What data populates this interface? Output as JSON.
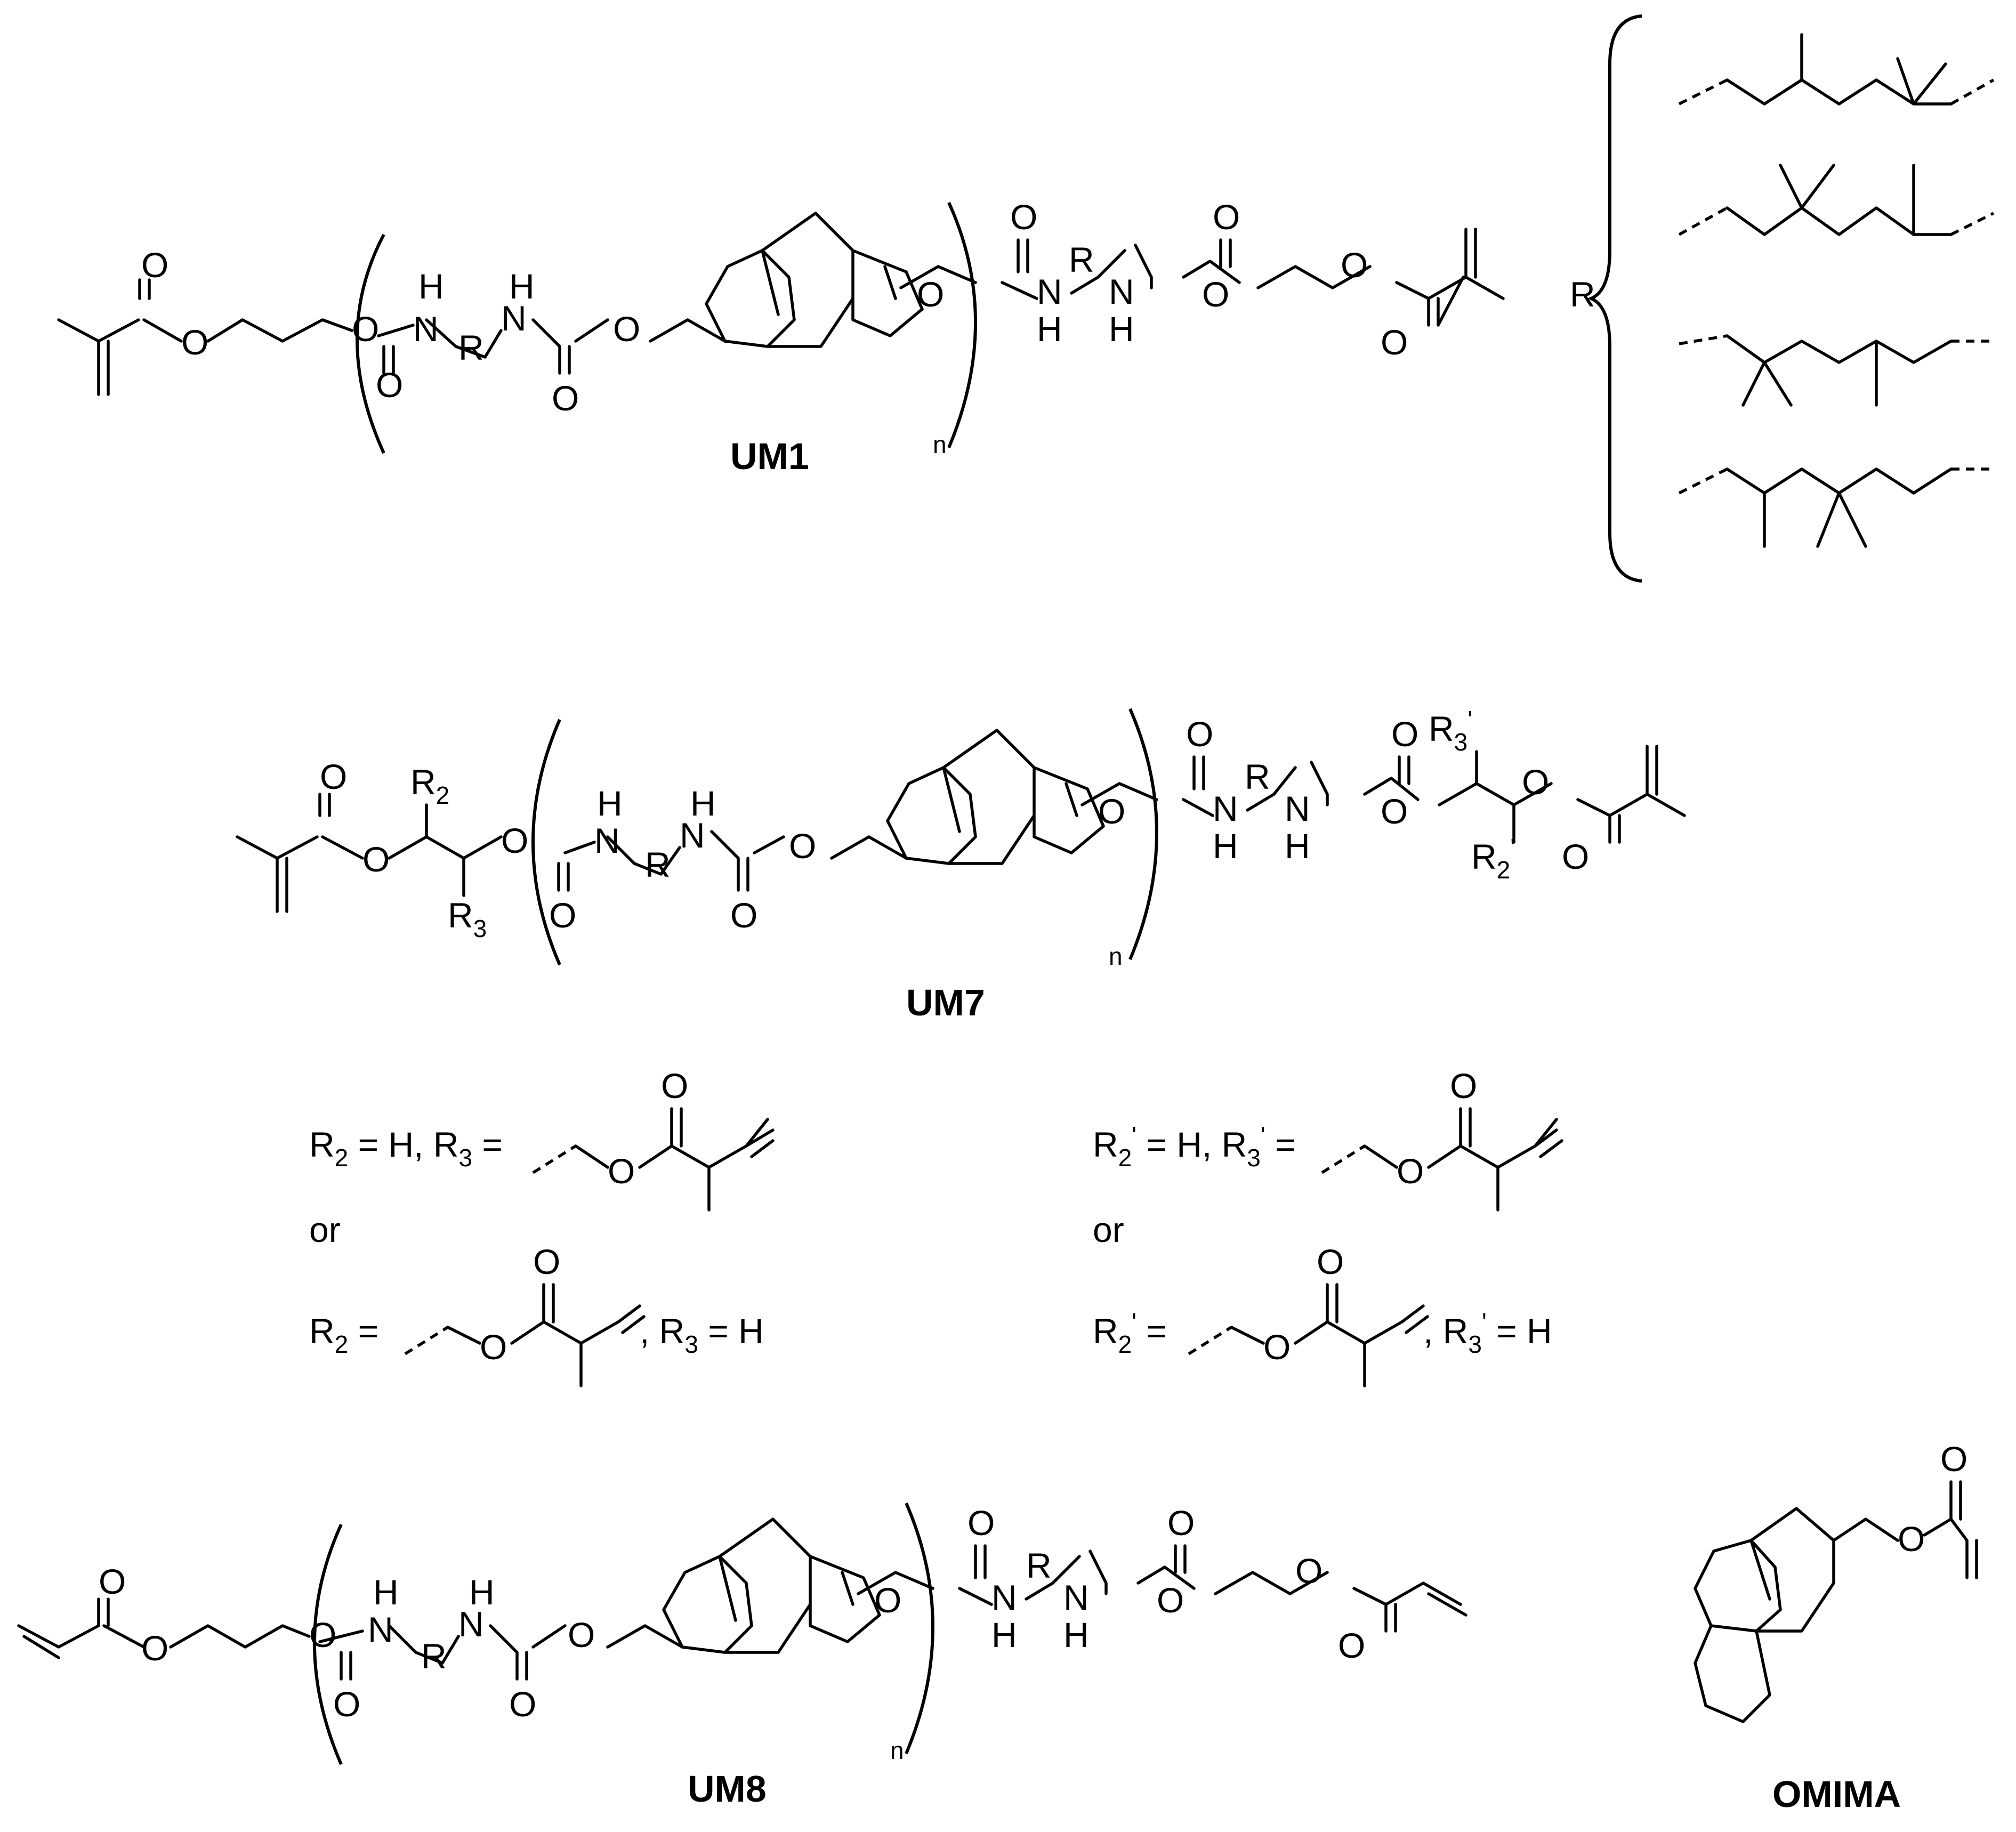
{
  "compounds": {
    "um1": "UM1",
    "um7": "UM7",
    "um8": "UM8",
    "omima": "OMIMA"
  },
  "atoms": {
    "O": "O",
    "N": "N",
    "H": "H",
    "R": "R",
    "n": "n"
  },
  "um7_substituents": {
    "R2": "R",
    "R3": "R",
    "sub2": "2",
    "sub3": "3",
    "prime": "'"
  },
  "definitions": {
    "left_line1_a": "R",
    "left_line1_b": " = H, R",
    "left_line1_c": " =",
    "or": "or",
    "left_line2_a": "R",
    "left_line2_b": " =",
    "left_line2_c": ", R",
    "left_line2_d": " = H"
  },
  "r_group_label": "R"
}
